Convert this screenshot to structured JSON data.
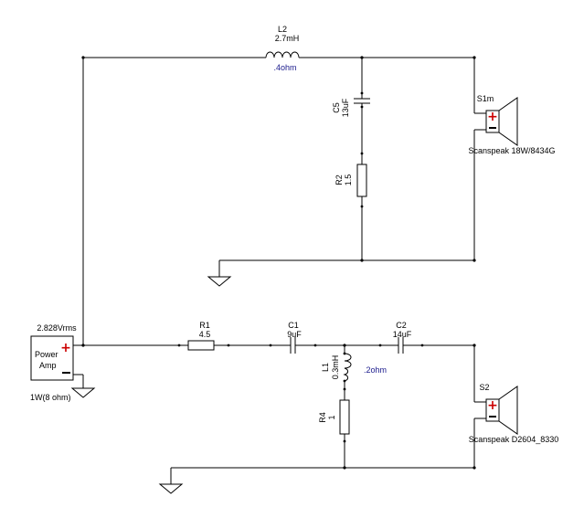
{
  "components": {
    "L2": {
      "ref": "L2",
      "value": "2.7mH",
      "resistance": ".4ohm"
    },
    "C5": {
      "ref": "C5",
      "value": "13uF"
    },
    "R2": {
      "ref": "R2",
      "value": "1.5"
    },
    "S1m": {
      "ref": "S1m",
      "model": "Scanspeak 18W/8434G"
    },
    "R1": {
      "ref": "R1",
      "value": "4.5"
    },
    "C1": {
      "ref": "C1",
      "value": "9uF"
    },
    "C2": {
      "ref": "C2",
      "value": "14uF"
    },
    "L1": {
      "ref": "L1",
      "value": "0.3mH",
      "resistance": ".2ohm"
    },
    "R4": {
      "ref": "R4",
      "value": "1"
    },
    "S2": {
      "ref": "S2",
      "model": "Scanspeak D2604_8330"
    }
  },
  "amplifier": {
    "voltage": "2.828Vrms",
    "name_line1": "Power",
    "name_line2": "Amp",
    "power_rating": "1W(8 ohm)"
  },
  "colors": {
    "wire": "#000000",
    "polarity_plus": "#cc0000",
    "value_blue": "#1a1a8c"
  }
}
